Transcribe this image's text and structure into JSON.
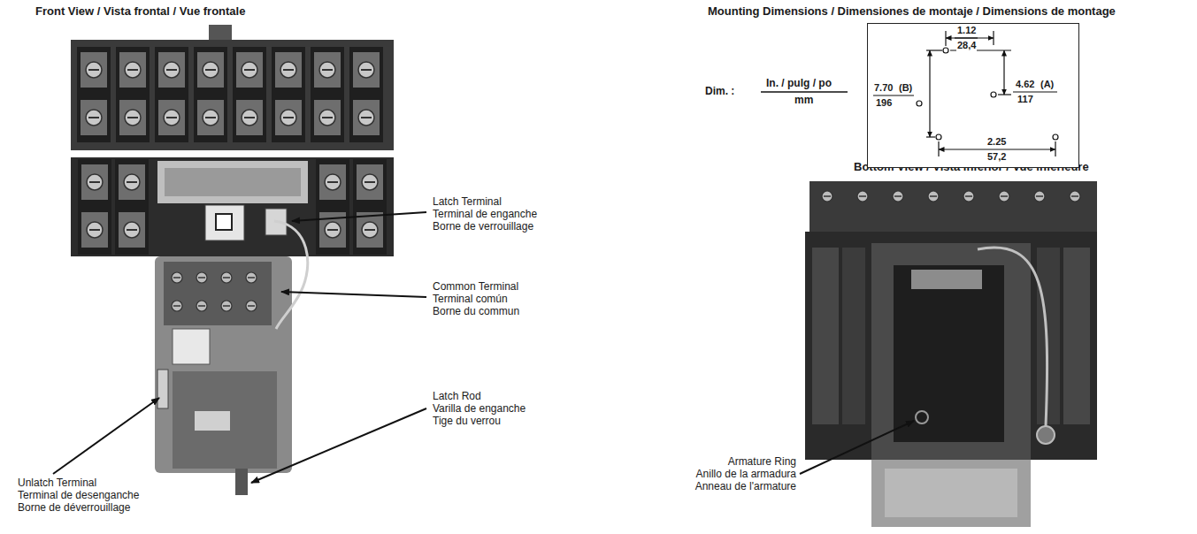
{
  "diagram": {
    "nodes": [
      {
        "text": [
          "1.12",
          "28,4",
          "4.62",
          "(A)",
          "117",
          "7.70",
          "(B)",
          "196",
          "2.25",
          "57,2"
        ]
      }
    ],
    "labels": [
      "Front View / Vista frontal / Vue frontale",
      "Mounting Dimensions / Dimensiones de montaje / Dimensions de montage",
      "Dim. :",
      "In. / pulg / po",
      "mm",
      "Bottom View / Vista inferior / Vue inférieure",
      "Latch Terminal",
      "Terminal de enganche",
      "Borne de verrouillage",
      "Common Terminal",
      "Terminal común",
      "Borne du commun",
      "Latch Rod",
      "Varilla de enganche",
      "Tige du verrou",
      "Unlatch Terminal",
      "Terminal de desenganche",
      "Borne de déverrouillage",
      "Armature Ring",
      "Anillo de la armadura",
      "Anneau de l'armature"
    ]
  }
}
